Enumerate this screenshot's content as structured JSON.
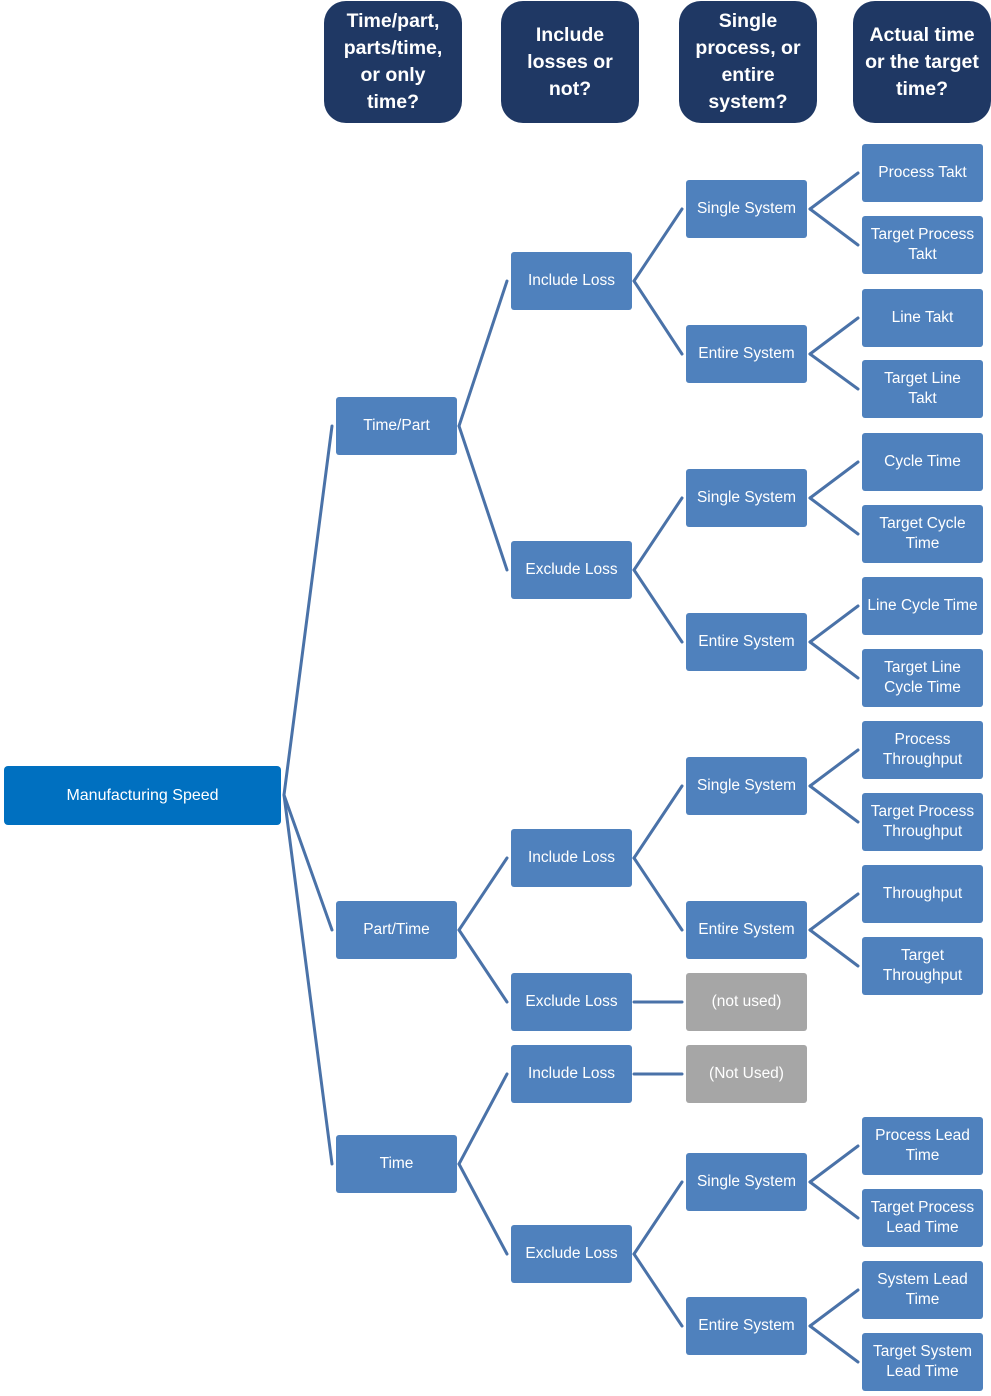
{
  "headers": [
    "Time/part,\nparts/time,\nor only\ntime?",
    "Include\nlosses or\nnot?",
    "Single\nprocess, or\nentire\nsystem?",
    "Actual time\nor the target\ntime?"
  ],
  "root": "Manufacturing Speed",
  "level1": [
    "Time/Part",
    "Part/Time",
    "Time"
  ],
  "level2": [
    "Include Loss",
    "Exclude Loss",
    "Include Loss",
    "Exclude Loss",
    "Include Loss",
    "Exclude Loss"
  ],
  "level3": [
    "Single System",
    "Entire System",
    "Single System",
    "Entire System",
    "Single System",
    "Entire System",
    "(not used)",
    "(Not Used)",
    "Single System",
    "Entire System"
  ],
  "level4": [
    "Process Takt",
    "Target Process\nTakt",
    "Line Takt",
    "Target Line\nTakt",
    "Cycle Time",
    "Target Cycle\nTime",
    "Line Cycle Time",
    "Target  Line\nCycle Time",
    "Process\nThroughput",
    "Target Process\nThroughput",
    "Throughput",
    "Target\nThroughput",
    "Process Lead\nTime",
    "Target Process\nLead Time",
    "System Lead\nTime",
    "Target System\nLead Time"
  ],
  "colors": {
    "header": "#1f3864",
    "root": "#0070c0",
    "node": "#4f81bd",
    "unused": "#a6a6a6",
    "connector": "#4f81bd"
  }
}
